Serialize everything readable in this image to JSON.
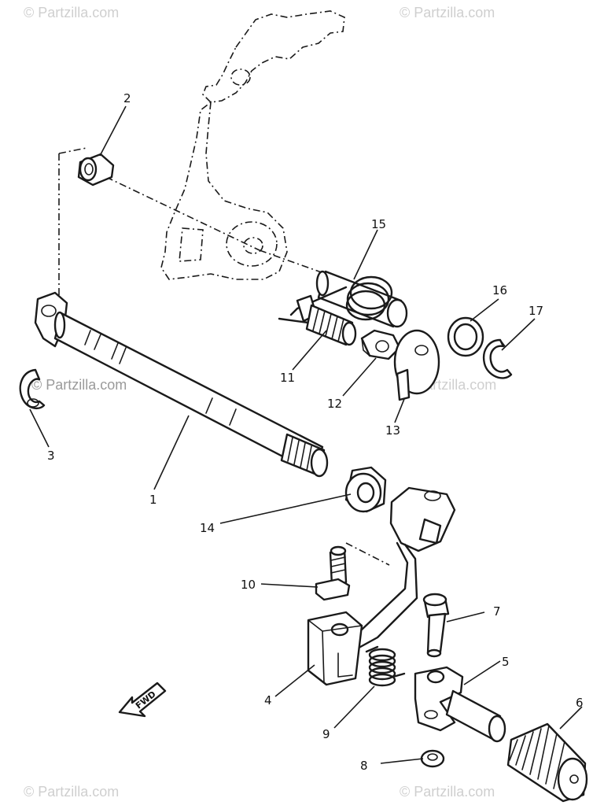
{
  "watermark": {
    "text": "© Partzilla.com",
    "center_text": "© Partzilla.com"
  },
  "fwd_label": "FWD",
  "callouts": [
    {
      "id": "c1",
      "label": "1"
    },
    {
      "id": "c2",
      "label": "2"
    },
    {
      "id": "c3",
      "label": "3"
    },
    {
      "id": "c4",
      "label": "4"
    },
    {
      "id": "c5",
      "label": "5"
    },
    {
      "id": "c6",
      "label": "6"
    },
    {
      "id": "c7",
      "label": "7"
    },
    {
      "id": "c8",
      "label": "8"
    },
    {
      "id": "c9",
      "label": "9"
    },
    {
      "id": "c10",
      "label": "10"
    },
    {
      "id": "c11",
      "label": "11"
    },
    {
      "id": "c12",
      "label": "12"
    },
    {
      "id": "c13",
      "label": "13"
    },
    {
      "id": "c14",
      "label": "14"
    },
    {
      "id": "c15",
      "label": "15"
    },
    {
      "id": "c16",
      "label": "16"
    },
    {
      "id": "c17",
      "label": "17"
    }
  ]
}
